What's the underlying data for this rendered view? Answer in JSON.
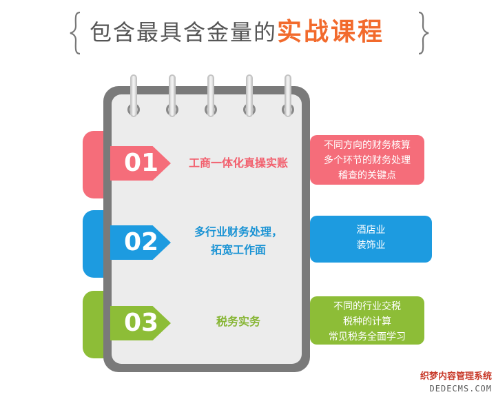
{
  "header": {
    "title_main": "包含最具含金量的",
    "title_highlight": "实战课程"
  },
  "colors": {
    "pink": "#f56d7a",
    "blue": "#1d9be0",
    "green": "#8dbd37",
    "highlight": "#f26a2c"
  },
  "sections": [
    {
      "number": "01",
      "title_line1": "工商一体化真操实账",
      "title_line2": "",
      "details": [
        "不同方向的财务核算",
        "多个环节的财务处理",
        "稽查的关键点"
      ]
    },
    {
      "number": "02",
      "title_line1": "多行业财务处理，",
      "title_line2": "拓宽工作面",
      "details": [
        "酒店业",
        "装饰业"
      ]
    },
    {
      "number": "03",
      "title_line1": "税务实务",
      "title_line2": "",
      "details": [
        "不同的行业交税",
        "税种的计算",
        "常见税务全面学习"
      ]
    }
  ],
  "watermark": {
    "line1": "织梦内容管理系统",
    "line2": "DEDECMS.COM"
  }
}
